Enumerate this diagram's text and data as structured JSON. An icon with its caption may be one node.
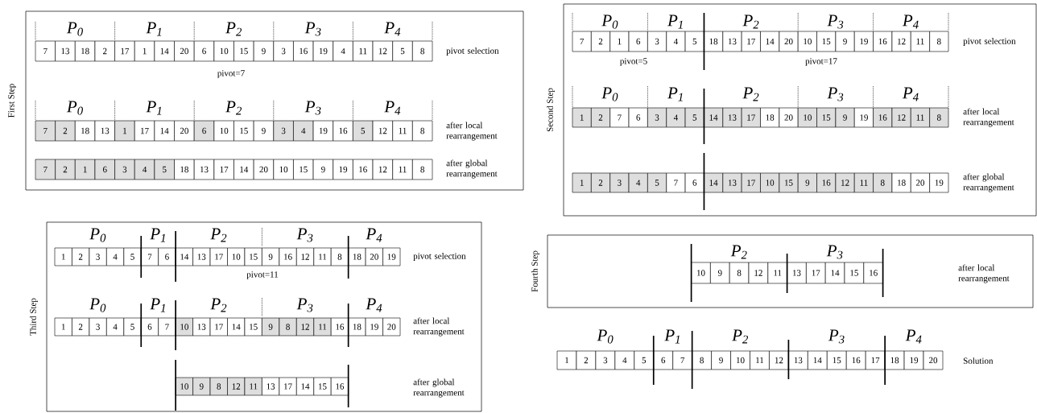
{
  "diagram": {
    "nodes": [
      {
        "text": [
          "First Step"
        ]
      },
      {
        "text": [
          "7"
        ],
        "in": 0
      },
      {
        "text": [
          "13"
        ],
        "in": 0
      },
      {
        "text": [
          "18"
        ],
        "in": 0
      },
      {
        "text": [
          "2"
        ],
        "in": 0
      },
      {
        "text": [
          "17"
        ],
        "in": 0
      },
      {
        "text": [
          "1"
        ],
        "in": 0
      },
      {
        "text": [
          "14"
        ],
        "in": 0
      },
      {
        "text": [
          "20"
        ],
        "in": 0
      },
      {
        "text": [
          "6"
        ],
        "in": 0
      },
      {
        "text": [
          "10"
        ],
        "in": 0
      },
      {
        "text": [
          "15"
        ],
        "in": 0
      },
      {
        "text": [
          "9"
        ],
        "in": 0
      },
      {
        "text": [
          "3"
        ],
        "in": 0
      },
      {
        "text": [
          "16"
        ],
        "in": 0
      },
      {
        "text": [
          "19"
        ],
        "in": 0
      },
      {
        "text": [
          "4"
        ],
        "in": 0
      },
      {
        "text": [
          "11"
        ],
        "in": 0
      },
      {
        "text": [
          "12"
        ],
        "in": 0
      },
      {
        "text": [
          "5"
        ],
        "in": 0
      },
      {
        "text": [
          "8"
        ],
        "in": 0
      },
      {
        "text": [
          "7"
        ],
        "in": 0
      },
      {
        "text": [
          "2"
        ],
        "in": 0
      },
      {
        "text": [
          "18"
        ],
        "in": 0
      },
      {
        "text": [
          "13"
        ],
        "in": 0
      },
      {
        "text": [
          "1"
        ],
        "in": 0
      },
      {
        "text": [
          "17"
        ],
        "in": 0
      },
      {
        "text": [
          "14"
        ],
        "in": 0
      },
      {
        "text": [
          "20"
        ],
        "in": 0
      },
      {
        "text": [
          "6"
        ],
        "in": 0
      },
      {
        "text": [
          "10"
        ],
        "in": 0
      },
      {
        "text": [
          "15"
        ],
        "in": 0
      },
      {
        "text": [
          "9"
        ],
        "in": 0
      },
      {
        "text": [
          "3"
        ],
        "in": 0
      },
      {
        "text": [
          "4"
        ],
        "in": 0
      },
      {
        "text": [
          "19"
        ],
        "in": 0
      },
      {
        "text": [
          "16"
        ],
        "in": 0
      },
      {
        "text": [
          "5"
        ],
        "in": 0
      },
      {
        "text": [
          "12"
        ],
        "in": 0
      },
      {
        "text": [
          "11"
        ],
        "in": 0
      },
      {
        "text": [
          "8"
        ],
        "in": 0
      },
      {
        "text": [
          "7"
        ],
        "in": 0
      },
      {
        "text": [
          "2"
        ],
        "in": 0
      },
      {
        "text": [
          "1"
        ],
        "in": 0
      },
      {
        "text": [
          "6"
        ],
        "in": 0
      },
      {
        "text": [
          "3"
        ],
        "in": 0
      },
      {
        "text": [
          "4"
        ],
        "in": 0
      },
      {
        "text": [
          "5"
        ],
        "in": 0
      },
      {
        "text": [
          "18"
        ],
        "in": 0
      },
      {
        "text": [
          "13"
        ],
        "in": 0
      },
      {
        "text": [
          "17"
        ],
        "in": 0
      },
      {
        "text": [
          "14"
        ],
        "in": 0
      },
      {
        "text": [
          "20"
        ],
        "in": 0
      },
      {
        "text": [
          "10"
        ],
        "in": 0
      },
      {
        "text": [
          "15"
        ],
        "in": 0
      },
      {
        "text": [
          "9"
        ],
        "in": 0
      },
      {
        "text": [
          "19"
        ],
        "in": 0
      },
      {
        "text": [
          "16"
        ],
        "in": 0
      },
      {
        "text": [
          "12"
        ],
        "in": 0
      },
      {
        "text": [
          "11"
        ],
        "in": 0
      },
      {
        "text": [
          "8"
        ],
        "in": 0
      },
      {
        "text": [
          "Second Step"
        ]
      },
      {
        "text": [
          "7"
        ],
        "in": 61
      },
      {
        "text": [
          "2"
        ],
        "in": 61
      },
      {
        "text": [
          "1"
        ],
        "in": 61
      },
      {
        "text": [
          "6"
        ],
        "in": 61
      },
      {
        "text": [
          "3"
        ],
        "in": 61
      },
      {
        "text": [
          "4"
        ],
        "in": 61
      },
      {
        "text": [
          "5"
        ],
        "in": 61
      },
      {
        "text": [
          "18"
        ],
        "in": 61
      },
      {
        "text": [
          "13"
        ],
        "in": 61
      },
      {
        "text": [
          "17"
        ],
        "in": 61
      },
      {
        "text": [
          "14"
        ],
        "in": 61
      },
      {
        "text": [
          "20"
        ],
        "in": 61
      },
      {
        "text": [
          "10"
        ],
        "in": 61
      },
      {
        "text": [
          "15"
        ],
        "in": 61
      },
      {
        "text": [
          "9"
        ],
        "in": 61
      },
      {
        "text": [
          "19"
        ],
        "in": 61
      },
      {
        "text": [
          "16"
        ],
        "in": 61
      },
      {
        "text": [
          "12"
        ],
        "in": 61
      },
      {
        "text": [
          "11"
        ],
        "in": 61
      },
      {
        "text": [
          "8"
        ],
        "in": 61
      },
      {
        "text": [
          "1"
        ],
        "in": 61
      },
      {
        "text": [
          "2"
        ],
        "in": 61
      },
      {
        "text": [
          "7"
        ],
        "in": 61
      },
      {
        "text": [
          "6"
        ],
        "in": 61
      },
      {
        "text": [
          "3"
        ],
        "in": 61
      },
      {
        "text": [
          "4"
        ],
        "in": 61
      },
      {
        "text": [
          "5"
        ],
        "in": 61
      },
      {
        "text": [
          "14"
        ],
        "in": 61
      },
      {
        "text": [
          "13"
        ],
        "in": 61
      },
      {
        "text": [
          "17"
        ],
        "in": 61
      },
      {
        "text": [
          "18"
        ],
        "in": 61
      },
      {
        "text": [
          "20"
        ],
        "in": 61
      },
      {
        "text": [
          "10"
        ],
        "in": 61
      },
      {
        "text": [
          "15"
        ],
        "in": 61
      },
      {
        "text": [
          "9"
        ],
        "in": 61
      },
      {
        "text": [
          "19"
        ],
        "in": 61
      },
      {
        "text": [
          "16"
        ],
        "in": 61
      },
      {
        "text": [
          "12"
        ],
        "in": 61
      },
      {
        "text": [
          "11"
        ],
        "in": 61
      },
      {
        "text": [
          "8"
        ],
        "in": 61
      },
      {
        "text": [
          "1"
        ],
        "in": 61
      },
      {
        "text": [
          "2"
        ],
        "in": 61
      },
      {
        "text": [
          "3"
        ],
        "in": 61
      },
      {
        "text": [
          "4"
        ],
        "in": 61
      },
      {
        "text": [
          "5"
        ],
        "in": 61
      },
      {
        "text": [
          "7"
        ],
        "in": 61
      },
      {
        "text": [
          "6"
        ],
        "in": 61
      },
      {
        "text": [
          "14"
        ],
        "in": 61
      },
      {
        "text": [
          "13"
        ],
        "in": 61
      },
      {
        "text": [
          "17"
        ],
        "in": 61
      },
      {
        "text": [
          "10"
        ],
        "in": 61
      },
      {
        "text": [
          "15"
        ],
        "in": 61
      },
      {
        "text": [
          "9"
        ],
        "in": 61
      },
      {
        "text": [
          "16"
        ],
        "in": 61
      },
      {
        "text": [
          "12"
        ],
        "in": 61
      },
      {
        "text": [
          "11"
        ],
        "in": 61
      },
      {
        "text": [
          "8"
        ],
        "in": 61
      },
      {
        "text": [
          "18"
        ],
        "in": 61
      },
      {
        "text": [
          "20"
        ],
        "in": 61
      },
      {
        "text": [
          "19"
        ],
        "in": 61
      },
      {
        "text": [
          "Third Step"
        ]
      },
      {
        "text": [
          "1"
        ],
        "in": 122
      },
      {
        "text": [
          "2"
        ],
        "in": 122
      },
      {
        "text": [
          "3"
        ],
        "in": 122
      },
      {
        "text": [
          "4"
        ],
        "in": 122
      },
      {
        "text": [
          "5"
        ],
        "in": 122
      },
      {
        "text": [
          "7"
        ],
        "in": 122
      },
      {
        "text": [
          "6"
        ],
        "in": 122
      },
      {
        "text": [
          "14"
        ],
        "in": 122
      },
      {
        "text": [
          "13"
        ],
        "in": 122
      },
      {
        "text": [
          "17"
        ],
        "in": 122
      },
      {
        "text": [
          "10"
        ],
        "in": 122
      },
      {
        "text": [
          "15"
        ],
        "in": 122
      },
      {
        "text": [
          "9"
        ],
        "in": 122
      },
      {
        "text": [
          "16"
        ],
        "in": 122
      },
      {
        "text": [
          "12"
        ],
        "in": 122
      },
      {
        "text": [
          "11"
        ],
        "in": 122
      },
      {
        "text": [
          "8"
        ],
        "in": 122
      },
      {
        "text": [
          "18"
        ],
        "in": 122
      },
      {
        "text": [
          "20"
        ],
        "in": 122
      },
      {
        "text": [
          "19"
        ],
        "in": 122
      },
      {
        "text": [
          "1"
        ],
        "in": 122
      },
      {
        "text": [
          "2"
        ],
        "in": 122
      },
      {
        "text": [
          "3"
        ],
        "in": 122
      },
      {
        "text": [
          "4"
        ],
        "in": 122
      },
      {
        "text": [
          "5"
        ],
        "in": 122
      },
      {
        "text": [
          "6"
        ],
        "in": 122
      },
      {
        "text": [
          "7"
        ],
        "in": 122
      },
      {
        "text": [
          "10"
        ],
        "in": 122
      },
      {
        "text": [
          "13"
        ],
        "in": 122
      },
      {
        "text": [
          "17"
        ],
        "in": 122
      },
      {
        "text": [
          "14"
        ],
        "in": 122
      },
      {
        "text": [
          "15"
        ],
        "in": 122
      },
      {
        "text": [
          "9"
        ],
        "in": 122
      },
      {
        "text": [
          "8"
        ],
        "in": 122
      },
      {
        "text": [
          "12"
        ],
        "in": 122
      },
      {
        "text": [
          "11"
        ],
        "in": 122
      },
      {
        "text": [
          "16"
        ],
        "in": 122
      },
      {
        "text": [
          "18"
        ],
        "in": 122
      },
      {
        "text": [
          "19"
        ],
        "in": 122
      },
      {
        "text": [
          "20"
        ],
        "in": 122
      },
      {
        "text": [
          "10"
        ],
        "in": 122
      },
      {
        "text": [
          "9"
        ],
        "in": 122
      },
      {
        "text": [
          "8"
        ],
        "in": 122
      },
      {
        "text": [
          "12"
        ],
        "in": 122
      },
      {
        "text": [
          "11"
        ],
        "in": 122
      },
      {
        "text": [
          "13"
        ],
        "in": 122
      },
      {
        "text": [
          "17"
        ],
        "in": 122
      },
      {
        "text": [
          "14"
        ],
        "in": 122
      },
      {
        "text": [
          "15"
        ],
        "in": 122
      },
      {
        "text": [
          "16"
        ],
        "in": 122
      },
      {
        "text": [
          "Fourth Step"
        ]
      },
      {
        "text": [
          "10"
        ],
        "in": 173
      },
      {
        "text": [
          "9"
        ],
        "in": 173
      },
      {
        "text": [
          "8"
        ],
        "in": 173
      },
      {
        "text": [
          "12"
        ],
        "in": 173
      },
      {
        "text": [
          "11"
        ],
        "in": 173
      },
      {
        "text": [
          "13"
        ],
        "in": 173
      },
      {
        "text": [
          "17"
        ],
        "in": 173
      },
      {
        "text": [
          "14"
        ],
        "in": 173
      },
      {
        "text": [
          "15"
        ],
        "in": 173
      },
      {
        "text": [
          "16"
        ],
        "in": 173
      },
      {
        "text": [
          "1"
        ]
      },
      {
        "text": [
          "2"
        ]
      },
      {
        "text": [
          "3"
        ]
      },
      {
        "text": [
          "4"
        ]
      },
      {
        "text": [
          "5"
        ]
      },
      {
        "text": [
          "6"
        ]
      },
      {
        "text": [
          "7"
        ]
      },
      {
        "text": [
          "8"
        ]
      },
      {
        "text": [
          "9"
        ]
      },
      {
        "text": [
          "10"
        ]
      },
      {
        "text": [
          "11"
        ]
      },
      {
        "text": [
          "12"
        ]
      },
      {
        "text": [
          "13"
        ]
      },
      {
        "text": [
          "14"
        ]
      },
      {
        "text": [
          "15"
        ]
      },
      {
        "text": [
          "16"
        ]
      },
      {
        "text": [
          "17"
        ]
      },
      {
        "text": [
          "18"
        ]
      },
      {
        "text": [
          "19"
        ]
      },
      {
        "text": [
          "20"
        ]
      }
    ],
    "labels": [
      "P$_{0}$",
      "P$_{1}$",
      "P$_{2}$",
      "P$_{3}$",
      "P$_{4}$",
      "pivot selection",
      "pivot=7",
      "P$_{0}$",
      "P$_{1}$",
      "P$_{2}$",
      "P$_{3}$",
      "P$_{4}$",
      "after local rearrangement",
      "after global rearrangement",
      "P$_{0}$",
      "P$_{1}$",
      "P$_{2}$",
      "P$_{3}$",
      "P$_{4}$",
      "pivot selection",
      "pivot=5",
      "pivot=17",
      "P$_{0}$",
      "P$_{1}$",
      "P$_{2}$",
      "P$_{3}$",
      "P$_{4}$",
      "after local rearrangement",
      "after global rearrangement",
      "P$_{0}$",
      "P$_{1}$",
      "P$_{2}$",
      "P$_{3}$",
      "P$_{4}$",
      "pivot selection",
      "pivot=11",
      "P$_{0}$",
      "P$_{1}$",
      "P$_{2}$",
      "P$_{3}$",
      "P$_{4}$",
      "after local rearrangement",
      "after global rearrangement",
      "P$_{2}$",
      "P$_{3}$",
      "after local rearrangement",
      "P$_{0}$",
      "P$_{1}$",
      "P$_{2}$",
      "P$_{3}$",
      "P$_{4}$",
      "Solution"
    ]
  }
}
